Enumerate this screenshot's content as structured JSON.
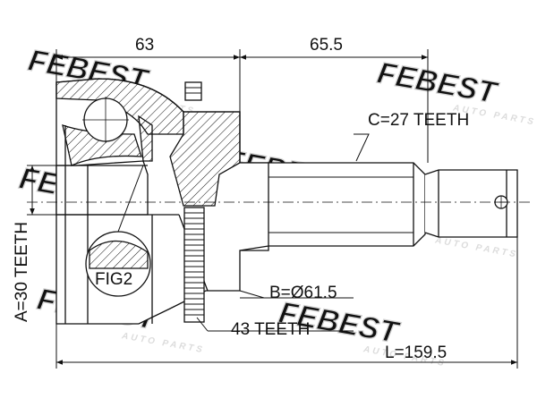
{
  "watermark": {
    "brand": "FEBEST",
    "tagline": "AUTO PARTS",
    "color": "#d9d9d9"
  },
  "dimensions": {
    "outer_section": "63",
    "shaft_section": "65.5",
    "total_length": "L=159.5"
  },
  "callouts": {
    "spline_c": "C=27 TEETH",
    "spline_a": "A=30 TEETH",
    "abs_ring_diameter": "B=Ø61.5",
    "abs_ring_teeth": "43 TEETH",
    "detail_ref": "FIG2"
  },
  "colors": {
    "line": "#111111",
    "background": "#ffffff"
  }
}
